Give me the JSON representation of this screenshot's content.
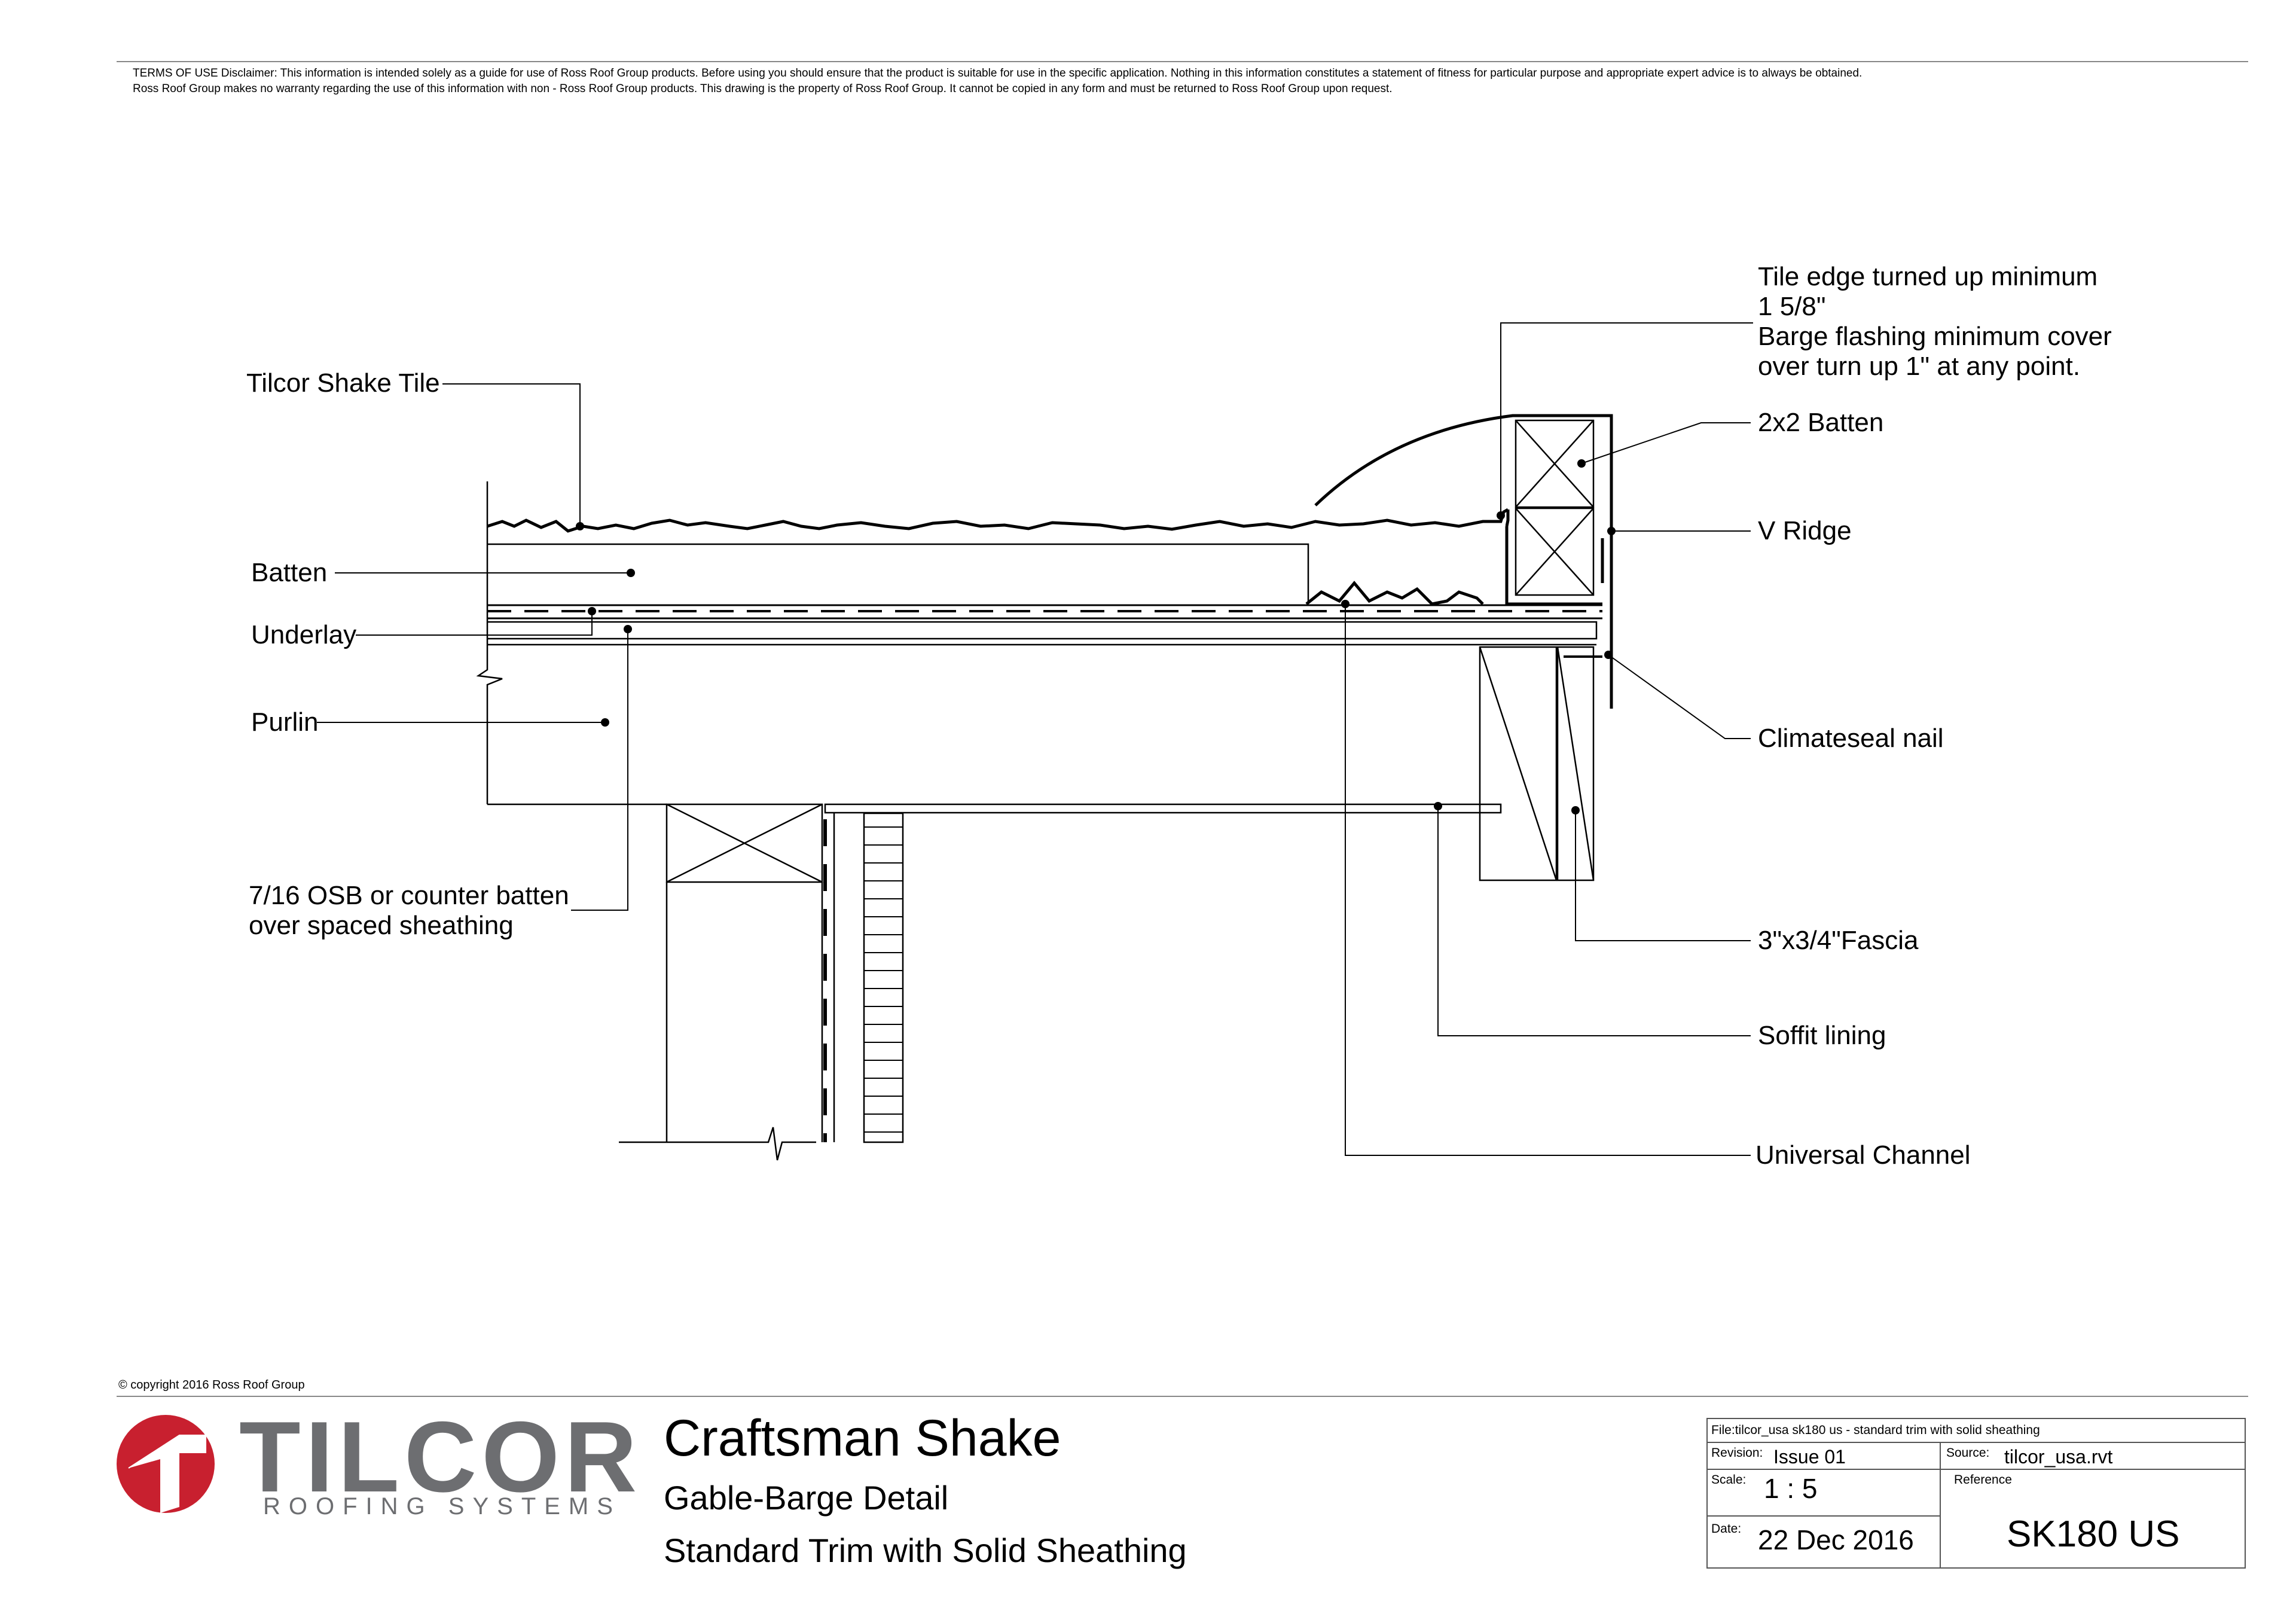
{
  "terms": {
    "line1": "TERMS OF USE Disclaimer: This information is intended solely as a guide for use of Ross Roof Group products. Before using you should ensure that the product is suitable for use in the specific application. Nothing in this information constitutes a statement of fitness for particular purpose and appropriate expert advice is to always be obtained.",
    "line2": "Ross Roof Group makes no warranty regarding the use of this information with non - Ross Roof Group products. This drawing is the property of Ross Roof Group. It cannot be copied in any form and must be returned to Ross Roof Group upon request."
  },
  "labels": {
    "tilcor_shake_tile": "Tilcor Shake Tile",
    "batten": "Batten",
    "underlay": "Underlay",
    "purlin": "Purlin",
    "osb_line1": "7/16 OSB or counter batten",
    "osb_line2": "over spaced sheathing",
    "tile_edge_line1": "Tile edge turned up minimum",
    "tile_edge_line2": "1 5/8\"",
    "tile_edge_line3": "Barge flashing minimum cover",
    "tile_edge_line4": "over turn up 1\" at any point.",
    "batten_2x2": "2x2 Batten",
    "v_ridge": "V Ridge",
    "climateseal_nail": "Climateseal nail",
    "fascia": "3\"x3/4\"Fascia",
    "soffit_lining": "Soffit lining",
    "universal_channel": "Universal Channel"
  },
  "copyright": "© copyright 2016 Ross Roof Group",
  "logo": {
    "word": "TILCOR",
    "tagline": "ROOFING SYSTEMS",
    "brand_grey": "#6d6e71",
    "brand_red": "#c8202f"
  },
  "title": {
    "main": "Craftsman Shake",
    "sub1": "Gable-Barge Detail",
    "sub2": "Standard Trim with Solid Sheathing"
  },
  "title_block": {
    "file_label": "File:",
    "file_value": "tilcor_usa sk180 us - standard trim with solid sheathing",
    "revision_label": "Revision:",
    "revision_value": "Issue 01",
    "source_label": "Source:",
    "source_value": "tilcor_usa.rvt",
    "scale_label": "Scale:",
    "scale_value": "1 : 5",
    "reference_label": "Reference",
    "reference_value": "SK180 US",
    "date_label": "Date:",
    "date_value": "22 Dec 2016"
  }
}
